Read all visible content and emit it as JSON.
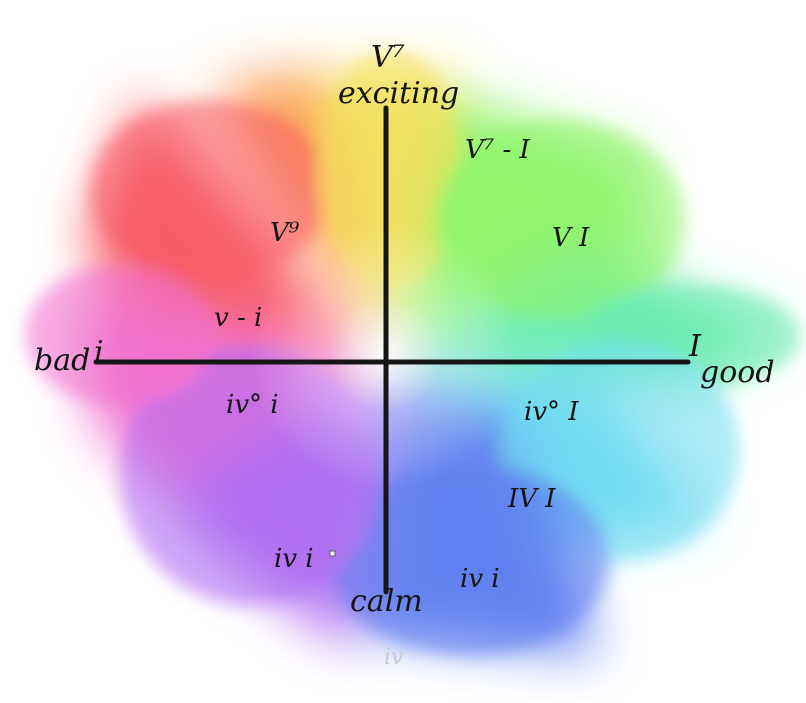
{
  "axes": {
    "top": {
      "label": "exciting",
      "chord": "V⁷"
    },
    "bottom": {
      "label": "calm",
      "chord": "iv"
    },
    "left": {
      "label": "bad",
      "chord": "i"
    },
    "right": {
      "label": "good",
      "chord": "I"
    }
  },
  "regions": [
    {
      "id": "v7-i",
      "text": "V⁷ - I"
    },
    {
      "id": "v9",
      "text": "V⁹"
    },
    {
      "id": "v-major-i",
      "text": "V I"
    },
    {
      "id": "v-minor-i",
      "text": "v - i"
    },
    {
      "id": "ivdim-minor-i",
      "text": "iv° i"
    },
    {
      "id": "ivdim-major-i",
      "text": "iv° I"
    },
    {
      "id": "iv-major-i",
      "text": "IV I"
    },
    {
      "id": "iv-minor-i-left",
      "text": "iv i"
    },
    {
      "id": "iv-minor-i-right",
      "text": "iv i"
    }
  ],
  "colors": {
    "red": "#f85a63",
    "orange": "#fb9b52",
    "yellow": "#f4e05c",
    "green": "#8ff46b",
    "mint": "#69ebb1",
    "cyan": "#6fdcf2",
    "blue": "#5f7ff0",
    "violet": "#b06cf2",
    "magenta": "#f16fcf",
    "axis": "#161616"
  }
}
